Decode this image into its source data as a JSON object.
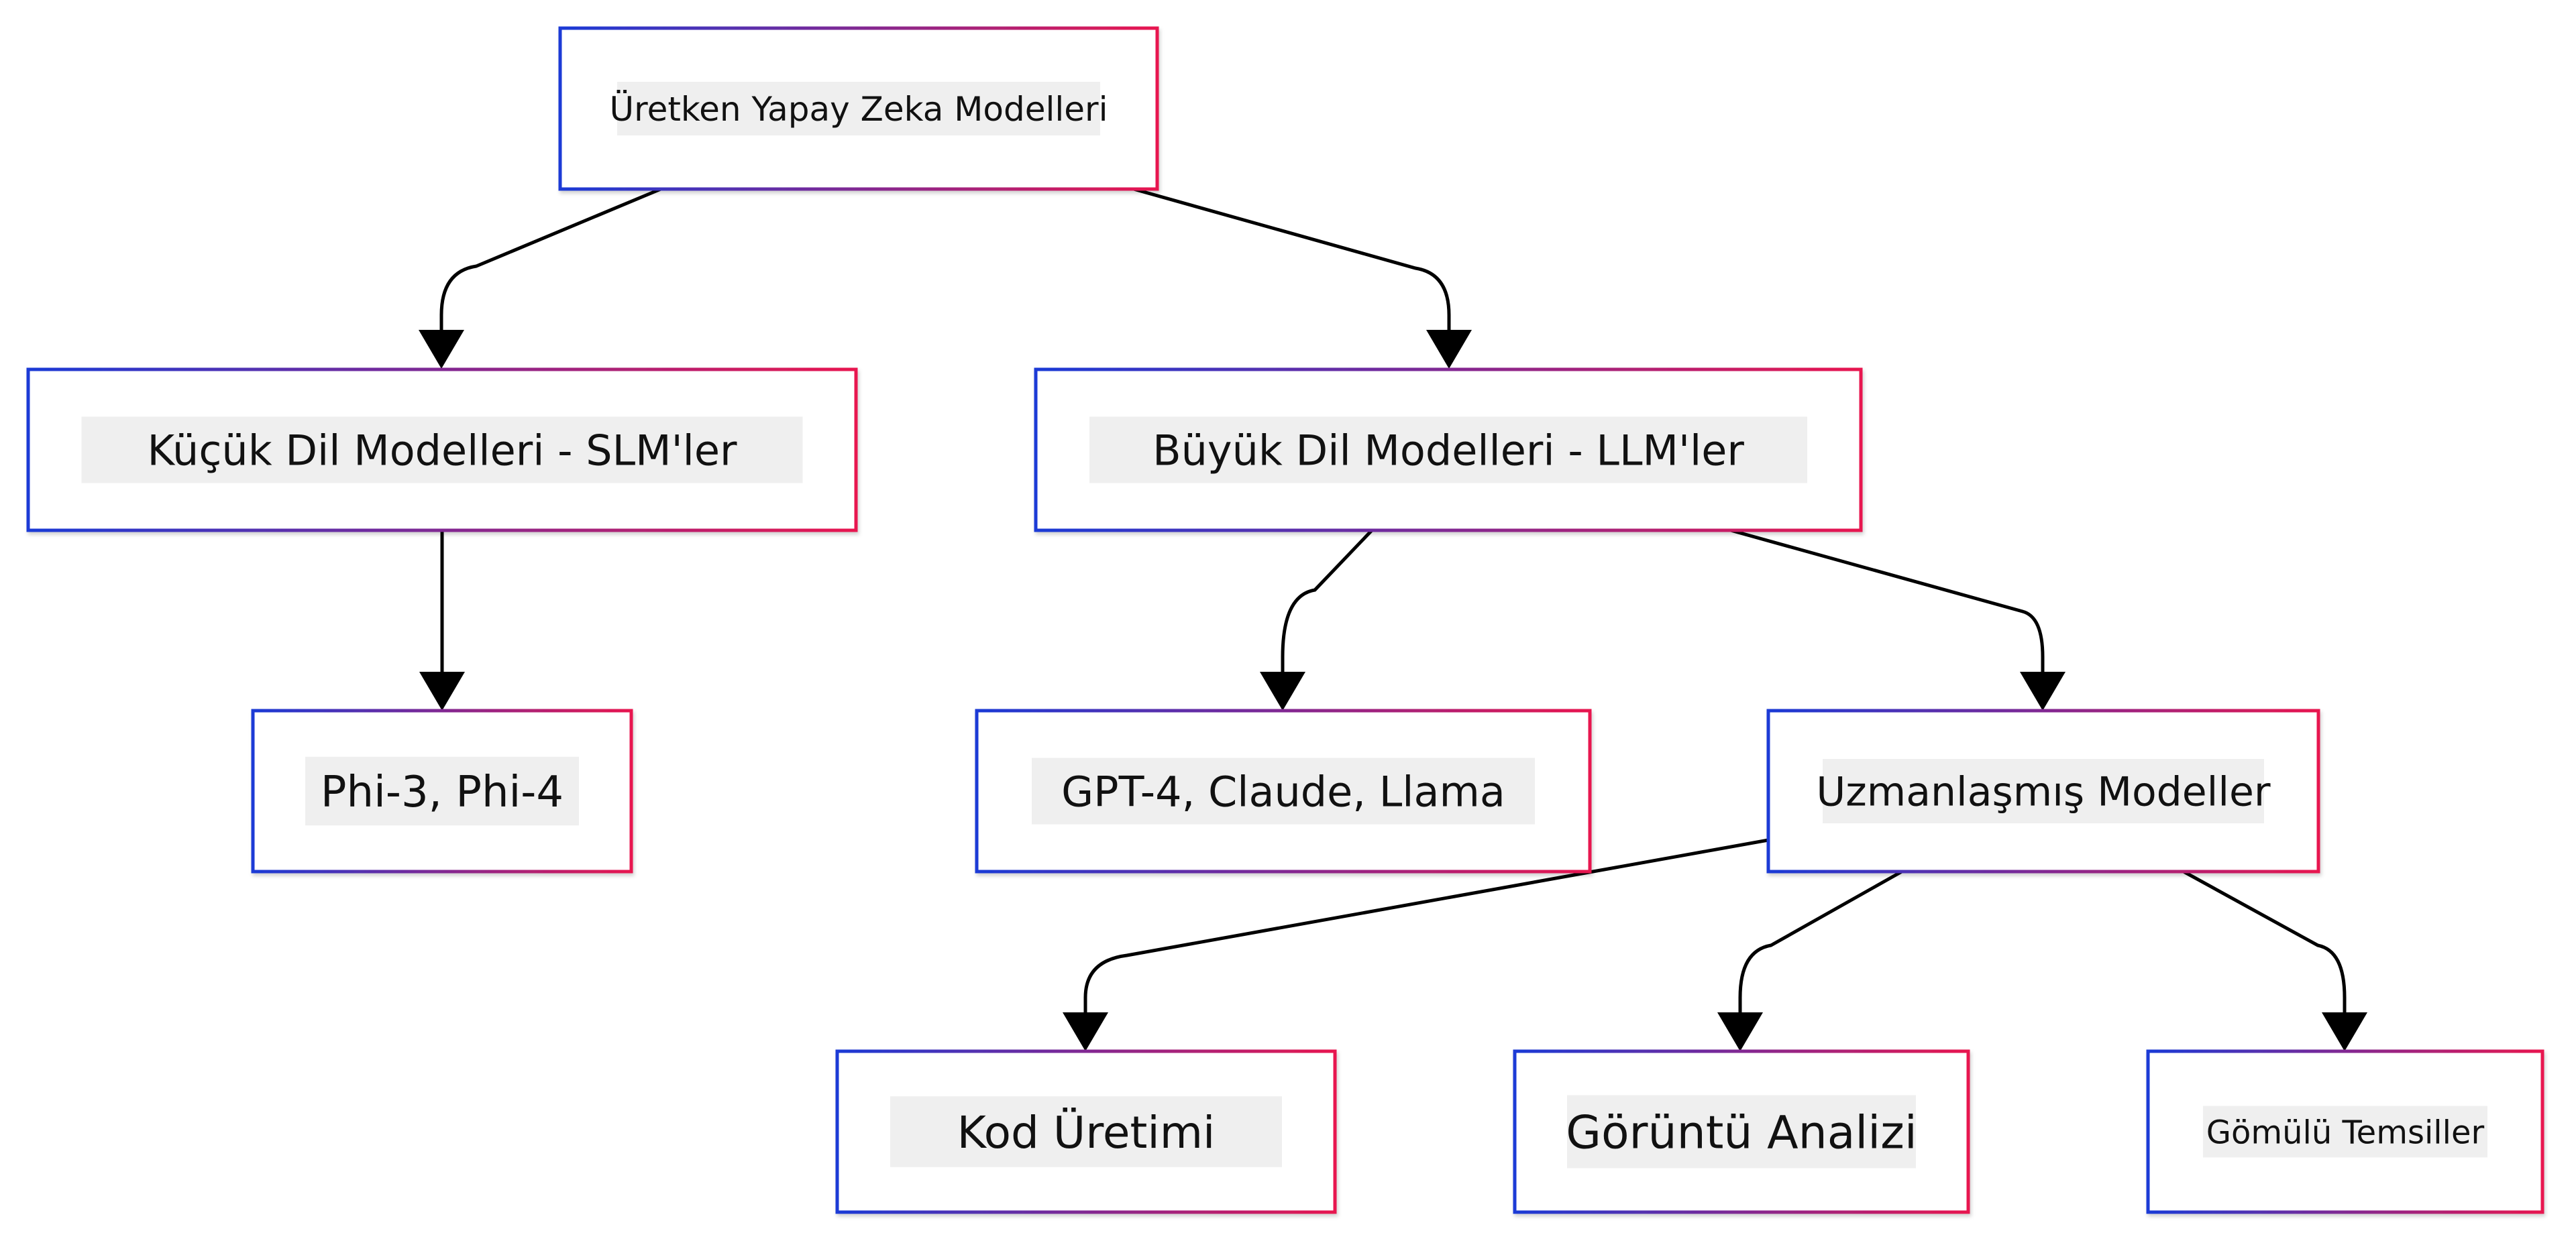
{
  "colors": {
    "border_start": "#1a3ad6",
    "border_end": "#e8174f",
    "label_background": "#efefef",
    "edge": "#000000",
    "background": "#ffffff"
  },
  "nodes": [
    {
      "id": "root",
      "label": "Üretken Yapay Zeka Modelleri"
    },
    {
      "id": "slm",
      "label": "Küçük Dil Modelleri - SLM'ler"
    },
    {
      "id": "llm",
      "label": "Büyük Dil Modelleri - LLM'ler"
    },
    {
      "id": "phi",
      "label": "Phi-3, Phi-4"
    },
    {
      "id": "gpt",
      "label": "GPT-4, Claude, Llama"
    },
    {
      "id": "specialized",
      "label": "Uzmanlaşmış Modeller"
    },
    {
      "id": "code",
      "label": "Kod Üretimi"
    },
    {
      "id": "vision",
      "label": "Görüntü Analizi"
    },
    {
      "id": "embed",
      "label": "Gömülü Temsiller"
    }
  ],
  "edges": [
    {
      "from": "root",
      "to": "slm"
    },
    {
      "from": "root",
      "to": "llm"
    },
    {
      "from": "slm",
      "to": "phi"
    },
    {
      "from": "llm",
      "to": "gpt"
    },
    {
      "from": "llm",
      "to": "specialized"
    },
    {
      "from": "specialized",
      "to": "code"
    },
    {
      "from": "specialized",
      "to": "vision"
    },
    {
      "from": "specialized",
      "to": "embed"
    }
  ]
}
